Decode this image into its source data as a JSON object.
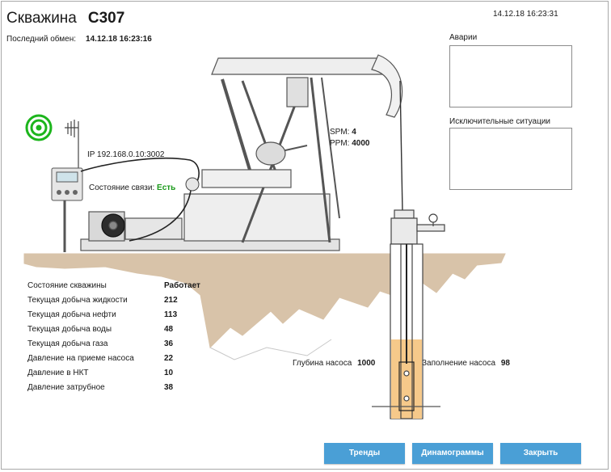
{
  "header": {
    "title": "Скважина",
    "well_id": "С307",
    "last_exchange_label": "Последний обмен:",
    "last_exchange_value": "14.12.18 16:23:16",
    "clock": "14.12.18 16:23:31"
  },
  "panels": {
    "alarms_label": "Аварии",
    "exceptions_label": "Исключительные ситуации"
  },
  "device": {
    "ip": "IP 192.168.0.10:3002",
    "link_label": "Состояние связи:",
    "link_value": "Есть"
  },
  "pump": {
    "spm_label": "SPM:",
    "spm_value": "4",
    "ppm_label": "PPM:",
    "ppm_value": "4000"
  },
  "depth": {
    "label": "Глубина насоса",
    "value": "1000"
  },
  "fill": {
    "label": "Заполнение насоса",
    "value": "98"
  },
  "stats": [
    {
      "label": "Состояние скважины",
      "value": "Работает"
    },
    {
      "label": "Текущая добыча жидкости",
      "value": "212"
    },
    {
      "label": "Текущая добыча нефти",
      "value": "113"
    },
    {
      "label": "Текущая добыча воды",
      "value": "48"
    },
    {
      "label": "Текущая добыча газа",
      "value": "36"
    },
    {
      "label": "Давление на приеме насоса",
      "value": "22"
    },
    {
      "label": "Давление в НКТ",
      "value": "10"
    },
    {
      "label": "Давление затрубное",
      "value": "38"
    }
  ],
  "buttons": {
    "trends": "Тренды",
    "dynamograms": "Динамограммы",
    "close": "Закрыть"
  },
  "colors": {
    "button": "#4a9fd6",
    "ground": "#d8c3a9",
    "fluid": "#f6c98a",
    "signal": "#1cb51c",
    "link_ok": "#1a9a1a"
  }
}
